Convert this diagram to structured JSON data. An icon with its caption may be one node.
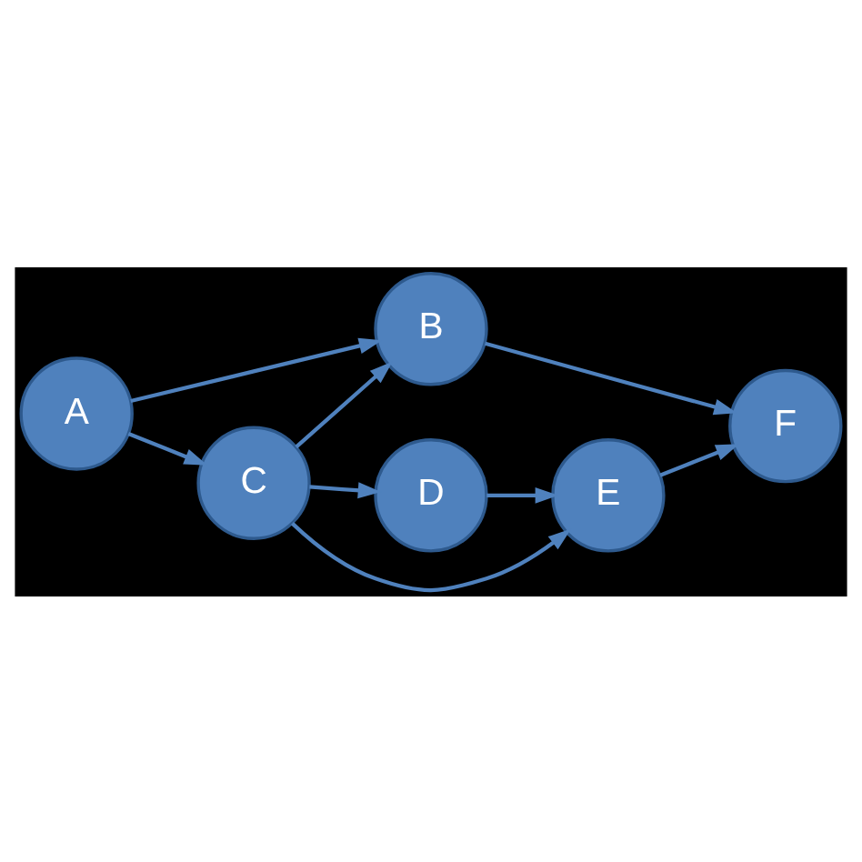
{
  "diagram": {
    "nodes": [
      {
        "text": [
          "A"
        ]
      },
      {
        "text": [
          "B"
        ]
      },
      {
        "text": [
          "C"
        ]
      },
      {
        "text": [
          "D"
        ]
      },
      {
        "text": [
          "E"
        ]
      },
      {
        "text": [
          "F"
        ]
      }
    ],
    "edges": [
      {
        "from": 0,
        "to": 2,
        "arrow": "to"
      },
      {
        "from": 0,
        "to": 1,
        "arrow": "to"
      },
      {
        "from": 2,
        "to": 3,
        "arrow": "to"
      },
      {
        "from": 2,
        "to": 4,
        "arrow": "to"
      },
      {
        "from": 2,
        "to": 1,
        "arrow": "to"
      },
      {
        "from": 3,
        "to": 4,
        "arrow": "to"
      },
      {
        "from": 4,
        "to": 5,
        "arrow": "to"
      },
      {
        "from": 1,
        "to": 5,
        "arrow": "to"
      }
    ]
  }
}
